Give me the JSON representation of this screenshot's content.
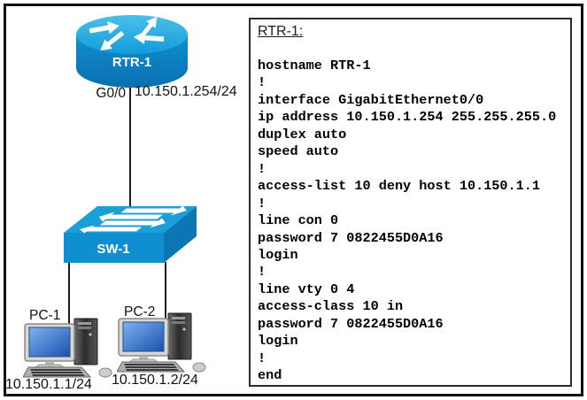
{
  "diagram": {
    "router": {
      "name": "RTR-1",
      "interface_label": "G0/0",
      "ip_label": "10.150.1.254/24"
    },
    "switch": {
      "name": "SW-1"
    },
    "pcs": [
      {
        "name": "PC-1",
        "ip": "10.150.1.1/24"
      },
      {
        "name": "PC-2",
        "ip": "10.150.1.2/24"
      }
    ]
  },
  "config_panel": {
    "title": "RTR-1:",
    "lines": [
      "hostname RTR-1",
      "!",
      "interface GigabitEthernet0/0",
      "ip address 10.150.1.254 255.255.255.0",
      "duplex auto",
      "speed auto",
      "!",
      "access-list 10 deny host 10.150.1.1",
      "!",
      "line con 0",
      "password 7 0822455D0A16",
      "login",
      "!",
      "line vty 0 4",
      "access-class 10 in",
      "password 7 0822455D0A16",
      "login",
      "!",
      "end"
    ]
  },
  "icons": {
    "router": "cisco-router-icon",
    "switch": "cisco-switch-icon",
    "pc": "desktop-computer-icon"
  },
  "colors": {
    "device_blue": "#0F8FD0",
    "device_blue_light": "#2FB0E2",
    "device_blue_dark": "#0B76B4",
    "pc_screen_blue": "#2B66C8",
    "border_black": "#111111"
  }
}
